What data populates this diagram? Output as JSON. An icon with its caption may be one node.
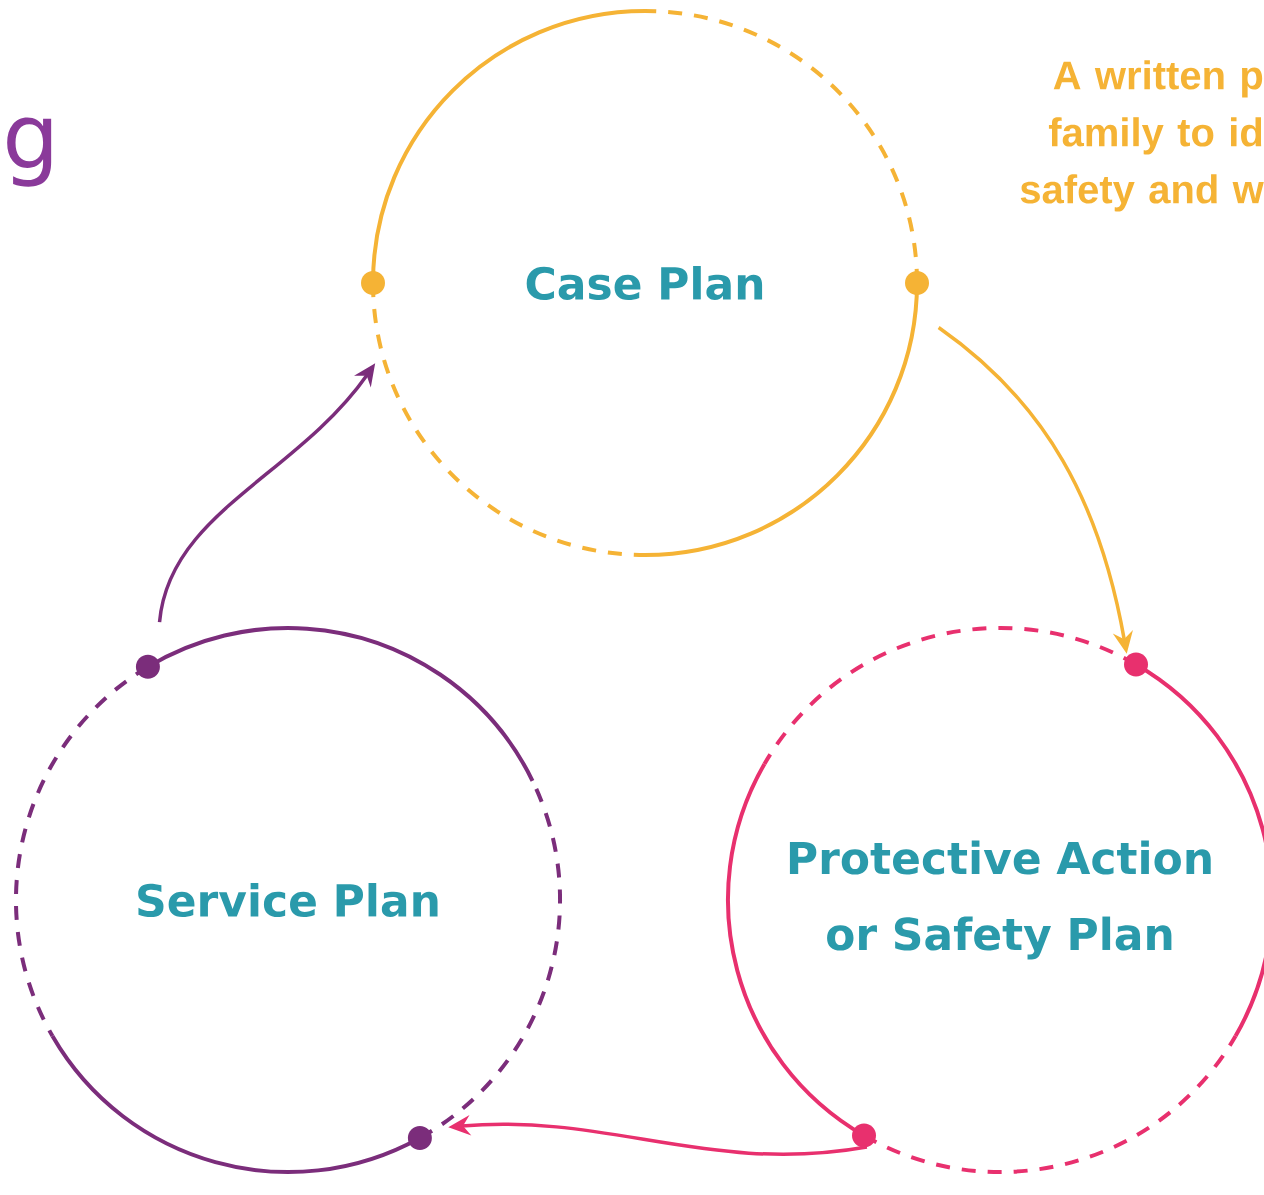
{
  "diagram": {
    "nodes": [
      {
        "text": [
          "Case Plan"
        ]
      },
      {
        "text": [
          "Service Plan"
        ]
      },
      {
        "text": [
          "Protective Action or Safety Plan"
        ]
      }
    ],
    "edges": [
      {
        "from": 0,
        "to": 2,
        "arrow": "to",
        "color": "#f5b335"
      },
      {
        "from": 2,
        "to": 1,
        "arrow": "to",
        "color": "#e8306e"
      },
      {
        "from": 1,
        "to": 0,
        "arrow": "to",
        "color": "#7b2d7b"
      }
    ],
    "labels": [
      "g",
      "A written p family to id safety and w"
    ]
  }
}
